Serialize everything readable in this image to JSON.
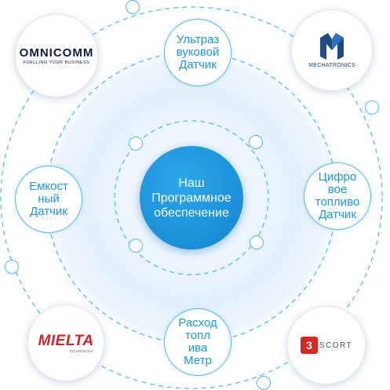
{
  "colors": {
    "accent": "#1a9ad8",
    "center_fill": "#1c8fdc",
    "ring_dash": "#5cbbe9",
    "glow": "#dcefff"
  },
  "center": {
    "label": "Наш\nПрограммное\nобеспечение"
  },
  "sensors": {
    "top": "Ультраз\nвуковой\nДатчик",
    "left": "Емкост\nный\nДатчик",
    "right": "Цифро\nвое\nтопливо\nДатчик",
    "bottom": "Расход\nтопл\nива\nМетр"
  },
  "brands": {
    "omnicomm": {
      "name": "OMNICOMM",
      "tagline": "FUELLING YOUR BUSINESS",
      "icon": "omnicomm-logo"
    },
    "mechatronics": {
      "name": "MECHATRONICS",
      "icon": "mechatronics-m-logo"
    },
    "mielta": {
      "name": "MIELTA",
      "tagline": "TECHNOLOGY",
      "icon": "mielta-logo"
    },
    "escort": {
      "name": "SCORT",
      "icon": "escort-3d-logo"
    }
  }
}
